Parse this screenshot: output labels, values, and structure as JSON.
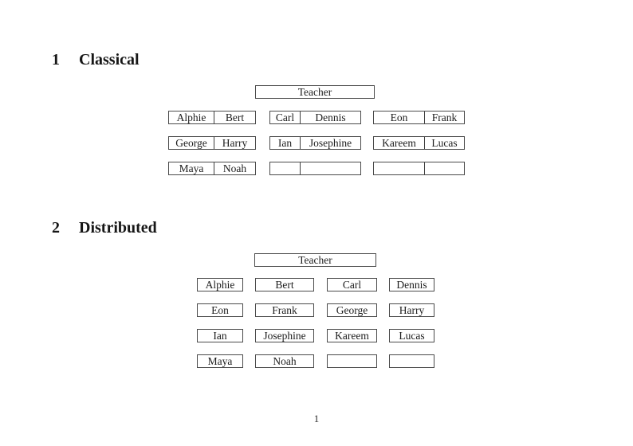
{
  "page_number": "1",
  "classical": {
    "heading_number": "1",
    "heading_title": "Classical",
    "teacher_label": "Teacher",
    "rows": [
      [
        [
          "Alphie",
          "Bert"
        ],
        [
          "Carl",
          "Dennis"
        ],
        [
          "Eon",
          "Frank"
        ]
      ],
      [
        [
          "George",
          "Harry"
        ],
        [
          "Ian",
          "Josephine"
        ],
        [
          "Kareem",
          "Lucas"
        ]
      ],
      [
        [
          "Maya",
          "Noah"
        ],
        [
          "",
          ""
        ],
        [
          "",
          ""
        ]
      ]
    ]
  },
  "distributed": {
    "heading_number": "2",
    "heading_title": "Distributed",
    "teacher_label": "Teacher",
    "rows": [
      [
        "Alphie",
        "Bert",
        "Carl",
        "Dennis"
      ],
      [
        "Eon",
        "Frank",
        "George",
        "Harry"
      ],
      [
        "Ian",
        "Josephine",
        "Kareem",
        "Lucas"
      ],
      [
        "Maya",
        "Noah",
        "",
        ""
      ]
    ]
  }
}
